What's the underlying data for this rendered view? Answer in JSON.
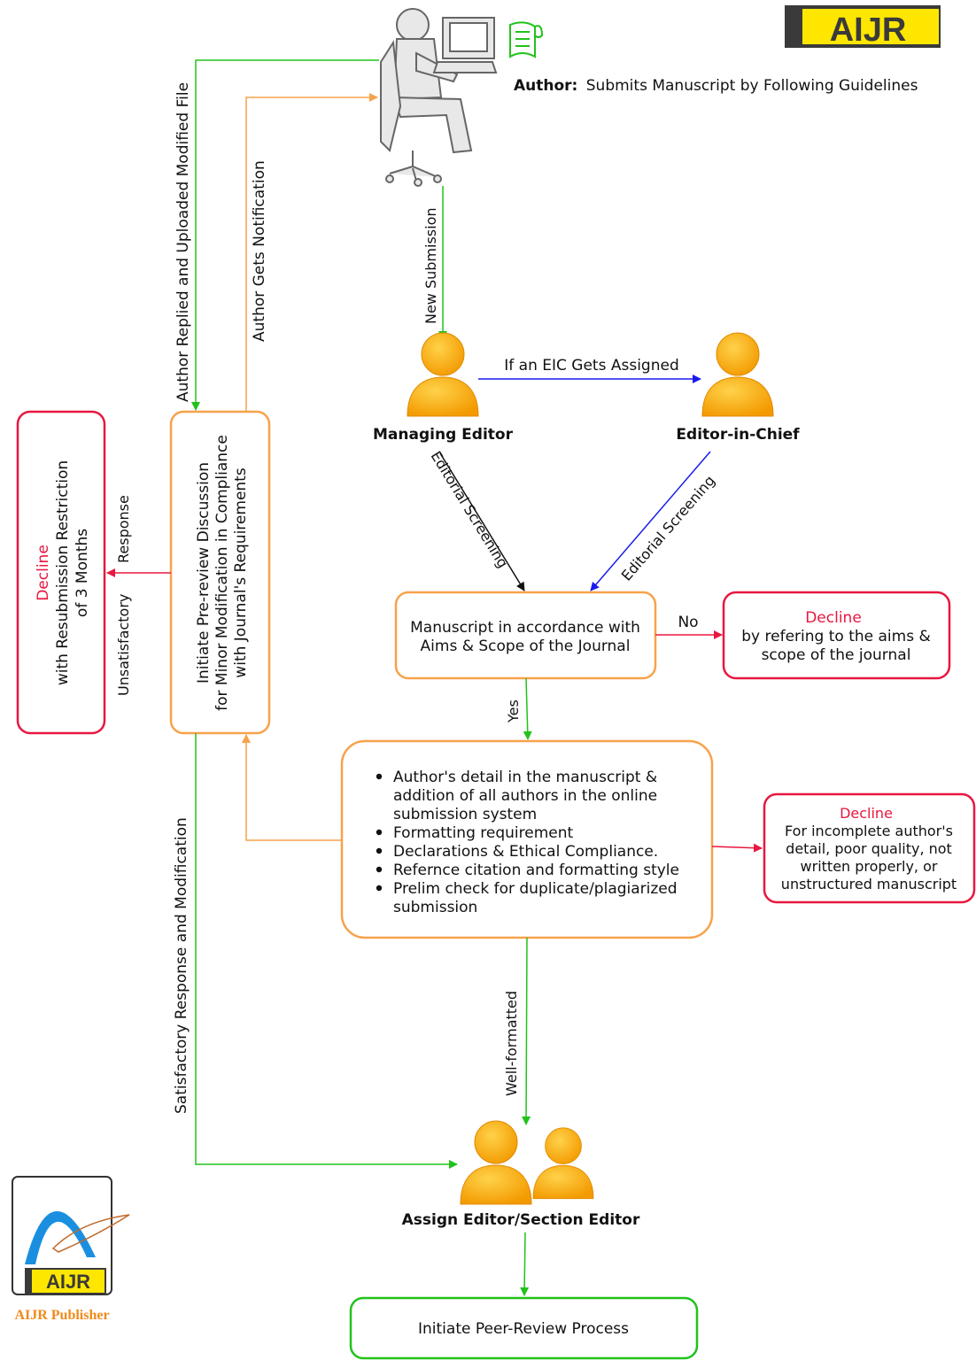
{
  "logo_top": {
    "text": "AIJR",
    "bg": "#3a3a3a",
    "fg": "#ffe600"
  },
  "author": {
    "label": "Author:",
    "caption": "Submits Manuscript by Following Guidelines"
  },
  "edges": {
    "new_submission": "New Submission",
    "eic_assigned": "If an EIC Gets Assigned",
    "editorial_screening_me": "Editorial Screening",
    "editorial_screening_eic": "Editorial Screening",
    "no": "No",
    "yes": "Yes",
    "well_formatted": "Well-formatted",
    "author_replied": "Author Replied and Uploaded Modified File",
    "author_notified": "Author Gets Notification",
    "unsatisfactory": "Unsatisfactory",
    "response": "Response",
    "satisfactory": "Satisfactory Response and Modification"
  },
  "roles": {
    "managing_editor": "Managing Editor",
    "eic": "Editor-in-Chief",
    "assign_editor": "Assign Editor/Section Editor"
  },
  "boxes": {
    "scope_check": [
      "Manuscript in accordance with",
      "Aims & Scope of the Journal"
    ],
    "decline_scope": {
      "title": "Decline",
      "lines": [
        "by refering to the aims &",
        "scope of the journal"
      ]
    },
    "checklist": [
      [
        "Author's detail in the manuscript &",
        "addition of all authors in the online",
        "submission system"
      ],
      [
        "Formatting requirement"
      ],
      [
        "Declarations & Ethical Compliance."
      ],
      [
        "Refernce citation and formatting style"
      ],
      [
        "Prelim check for duplicate/plagiarized",
        "submission"
      ]
    ],
    "decline_incomplete": {
      "title": "Decline",
      "lines": [
        "For incomplete author's",
        "detail, poor quality, not",
        "written properly, or",
        "unstructured manuscript"
      ]
    },
    "prereview": [
      "Initiate Pre-review Discussion",
      "for Minor Modification in Compliance",
      "with Journal's Requirements"
    ],
    "decline_restriction": {
      "title": "Decline",
      "lines": [
        "with Resubmission Restriction",
        "of 3 Months"
      ]
    },
    "peer_review": "Initiate Peer-Review Process"
  },
  "logo_bottom": {
    "text": "AIJR",
    "caption": "AIJR Publisher"
  },
  "colors": {
    "orange": "#f7a24b",
    "red": "#e8173f",
    "green": "#22c21a",
    "blue": "#1a1aee",
    "person": "#f6a800"
  }
}
